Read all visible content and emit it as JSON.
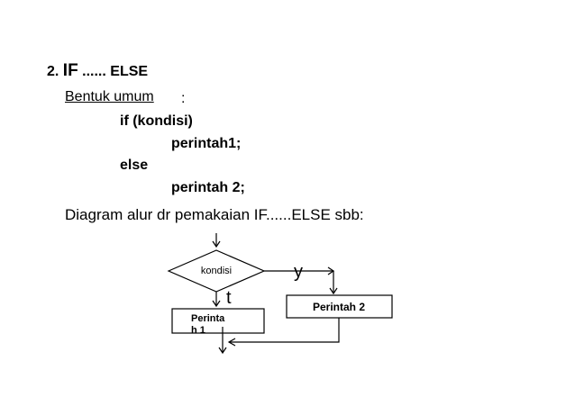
{
  "heading": {
    "number": "2.",
    "keyword_if": "IF",
    "dots": "......",
    "keyword_else": "ELSE"
  },
  "subtitle": {
    "text": "Bentuk umum",
    "colon": ":"
  },
  "code": {
    "line1": "if (kondisi)",
    "line2": "perintah1;",
    "line3": "else",
    "line4": "perintah 2;"
  },
  "caption": "Diagram alur dr pemakaian IF......ELSE sbb:",
  "diagram": {
    "condition_label": "kondisi",
    "yes_label": "y",
    "no_label": "t",
    "box_true_line1": "Perinta",
    "box_true_line2": "h 1",
    "box_false_label": "Perintah 2"
  }
}
